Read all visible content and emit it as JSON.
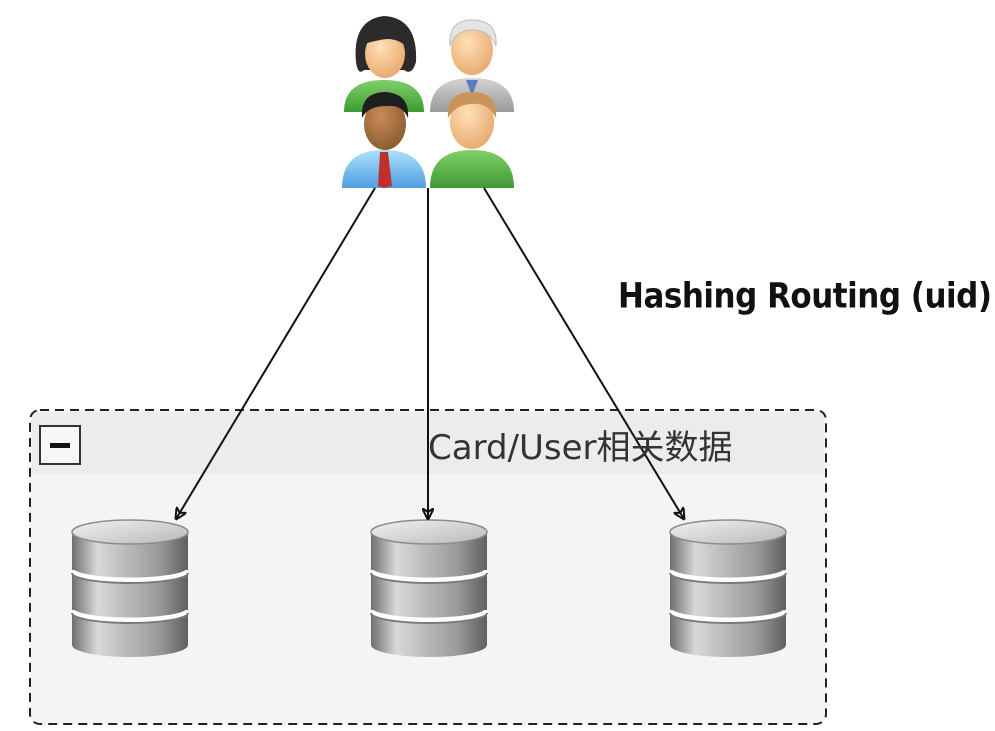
{
  "routing": {
    "label": "Hashing Routing (uid)"
  },
  "group": {
    "title": "Card/User相关数据",
    "collapse_symbol": "−"
  },
  "nodes": {
    "users_icon": "users-group-icon",
    "database_icon": "database-icon",
    "database_count": 3
  },
  "colors": {
    "group_fill": "#f4f4f4",
    "group_header": "#ececec",
    "group_border": "#222222",
    "arrow": "#111111"
  }
}
